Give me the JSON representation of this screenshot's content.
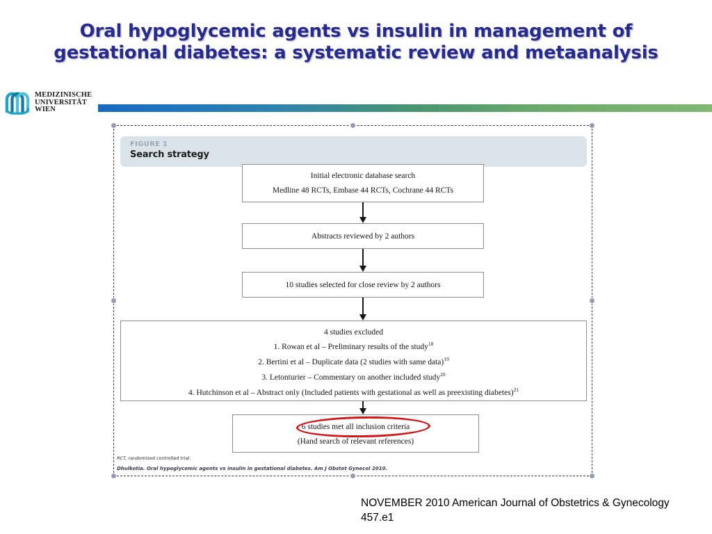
{
  "slide": {
    "title_line1": "Oral hypoglycemic agents vs insulin in management of",
    "title_line2": "gestational diabetes: a systematic review and metaanalysis",
    "title_color": "#262a8c",
    "caption": "NOVEMBER 2010 American Journal of Obstetrics & Gynecology 457.e1"
  },
  "logo": {
    "line1": "MEDIZINISCHE",
    "line2": "UNIVERSITÄT",
    "line3": "WIEN",
    "mark_color": "#1ea3c4",
    "mark_color_dark": "#1279a0"
  },
  "gradient_bar": {
    "start_color": "#1769c0",
    "end_color": "#80b86f"
  },
  "figure": {
    "kicker": "FIGURE 1",
    "heading": "Search strategy",
    "banner_color": "#dae3ea"
  },
  "flowchart": {
    "nodes": [
      {
        "id": "initial-search",
        "lines": [
          "Initial electronic database search",
          "Medline 48 RCTs, Embase 44 RCTs, Cochrane 44 RCTs"
        ]
      },
      {
        "id": "abstracts-reviewed",
        "lines": [
          "Abstracts reviewed by 2 authors"
        ]
      },
      {
        "id": "studies-selected",
        "lines": [
          "10 studies selected for close review by 2 authors"
        ]
      },
      {
        "id": "studies-excluded",
        "heading": "4 studies excluded",
        "items": [
          {
            "text": "1. Rowan et al – Preliminary results of the study",
            "ref": "18"
          },
          {
            "text": "2. Bertini et al – Duplicate data (2 studies with same data)",
            "ref": "19"
          },
          {
            "text": "3. Letonturier – Commentary on another included study",
            "ref": "20"
          },
          {
            "text": "4. Hutchinson et al – Abstract only (Included patients with gestational as well as preexisting diabetes)",
            "ref": "21"
          }
        ]
      },
      {
        "id": "studies-included",
        "lines": [
          "6 studies met all inclusion criteria",
          "(Hand search of relevant references)"
        ],
        "highlight_color": "#d41616"
      }
    ]
  },
  "footnotes": {
    "abbreviation_italic": "RCT,",
    "abbreviation_rest": " randomized controlled trial.",
    "citation": "Dhulkotia. Oral hypoglycemic agents vs insulin in gestational diabetes. Am J Obstet Gynecol 2010."
  }
}
